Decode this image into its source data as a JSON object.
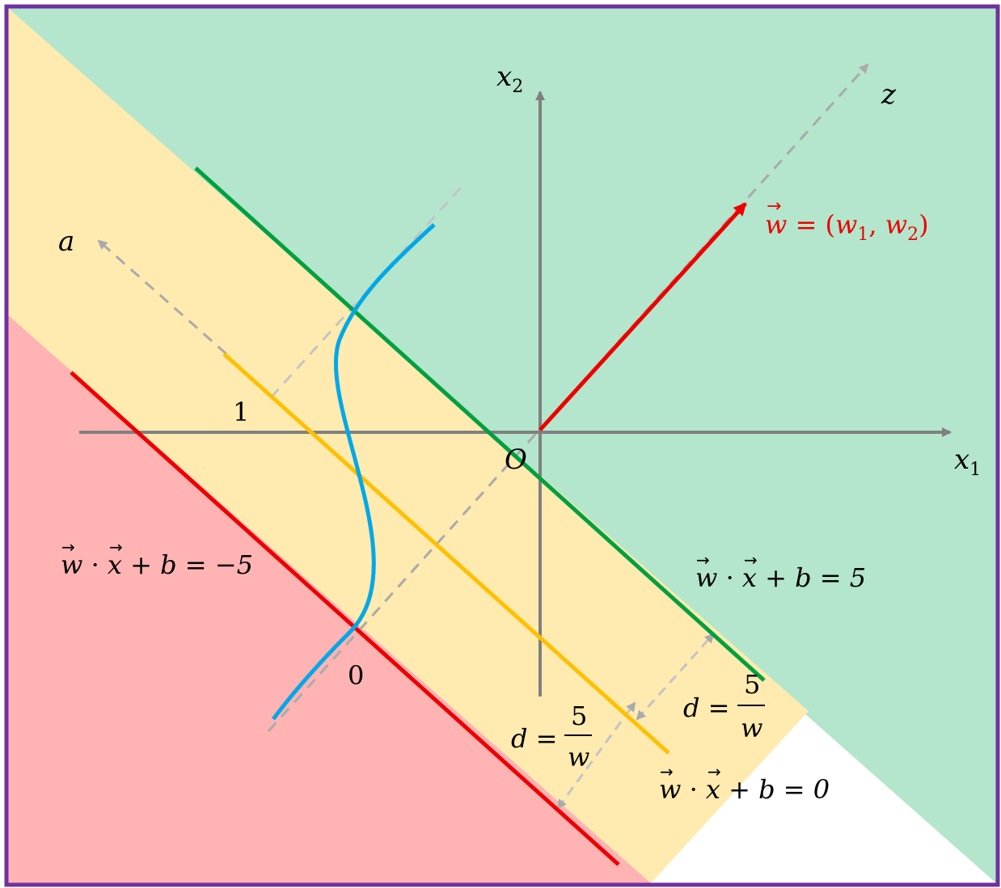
{
  "axes": {
    "x1": {
      "name": "x",
      "sub": "1"
    },
    "x2": {
      "name": "x",
      "sub": "2"
    },
    "origin": "O",
    "z": "z",
    "a": "a"
  },
  "ticks": {
    "one": "1",
    "zero": "0"
  },
  "vector": {
    "lhs": "w",
    "eq": " = (",
    "w1": "w",
    "w1sub": "1",
    "comma": ", ",
    "w2": "w",
    "w2sub": "2",
    "close": ")"
  },
  "equations": {
    "neg": {
      "w": "w",
      "dot": " · ",
      "x": "x",
      "rest": " + b = −5"
    },
    "pos": {
      "w": "w",
      "dot": " · ",
      "x": "x",
      "rest": " + b = 5"
    },
    "zero": {
      "w": "w",
      "dot": " · ",
      "x": "x",
      "rest": " + b = 0"
    }
  },
  "margin": {
    "d": "d = ",
    "numerator": "5",
    "denominator": "w"
  },
  "colors": {
    "border": "#7030a0",
    "positive_region": "#b3e6cc",
    "margin_band": "#ffeaaf",
    "negative_region": "#ffb3b3",
    "green_line": "#00a040",
    "red_line": "#ee0000",
    "yellow_line": "#ffc000",
    "sigmoid": "#00a8e8",
    "axis": "#808080",
    "dashed": "#aaaaaa"
  }
}
